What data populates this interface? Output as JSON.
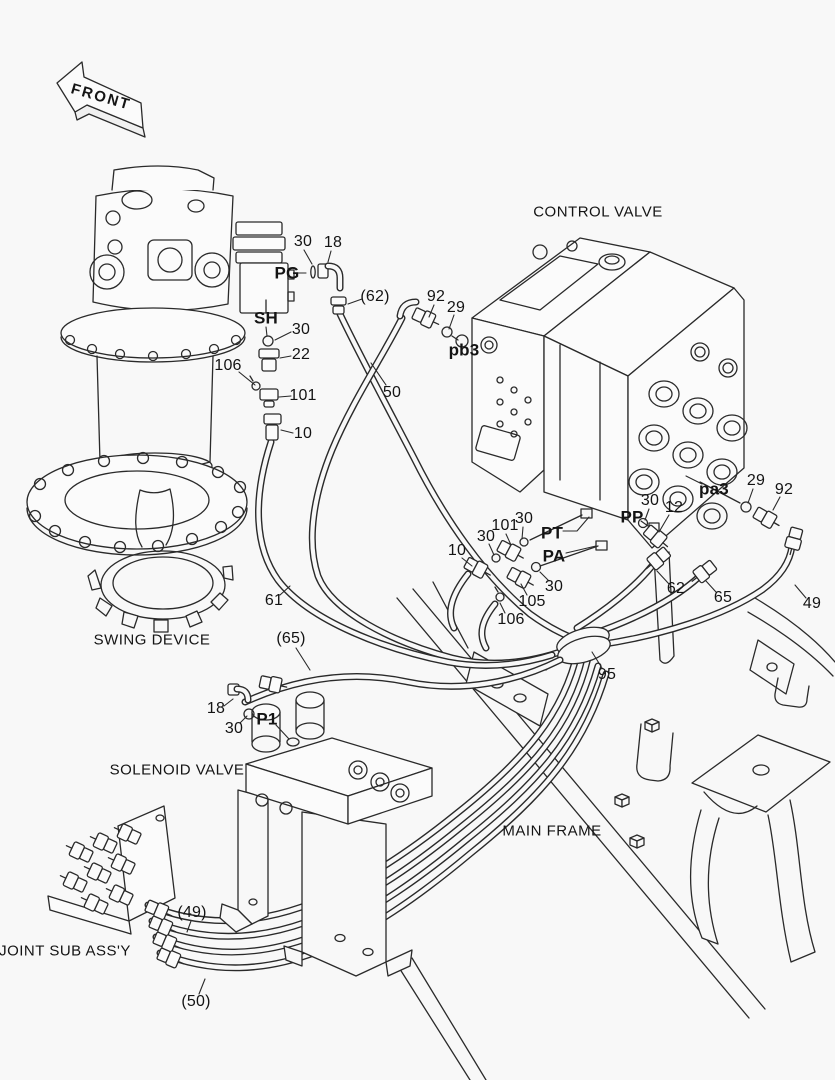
{
  "background": "#f8f8f8",
  "line_color": "#2a2a2a",
  "front_arrow": {
    "label": "FRONT"
  },
  "components": {
    "control_valve": "CONTROL VALVE",
    "swing_device": "SWING DEVICE",
    "solenoid_valve": "SOLENOID VALVE",
    "main_frame": "MAIN FRAME",
    "joint_sub_assy": "JOINT SUB ASS'Y"
  },
  "ports": {
    "pg": "PG",
    "sh": "SH",
    "pb3": "pb3",
    "pa3": "pa3",
    "pt": "PT",
    "pa": "PA",
    "pp": "PP",
    "p1": "P1"
  },
  "callouts": {
    "pg_30": "30",
    "pg_18": "18",
    "hose_62_paren": "(62)",
    "sh_30": "30",
    "sh_22": "22",
    "sh_106": "106",
    "sh_101": "101",
    "sh_10": "10",
    "hose_50": "50",
    "pb3_92": "92",
    "pb3_29": "29",
    "pa3_29": "29",
    "pa3_92": "92",
    "pp_30": "30",
    "pp_12": "12",
    "pt_101": "101",
    "pt_30_upper": "30",
    "pt_30_lower": "30",
    "pt_10": "10",
    "pa_30": "30",
    "pa_105": "105",
    "pa_106": "106",
    "hose_61": "61",
    "hose_62": "62",
    "hose_65": "65",
    "hose_49": "49",
    "clamp_95": "95",
    "hose_65_paren": "(65)",
    "p1_18": "18",
    "p1_30": "30",
    "hose_49_paren": "(49)",
    "hose_50_paren": "(50)"
  }
}
